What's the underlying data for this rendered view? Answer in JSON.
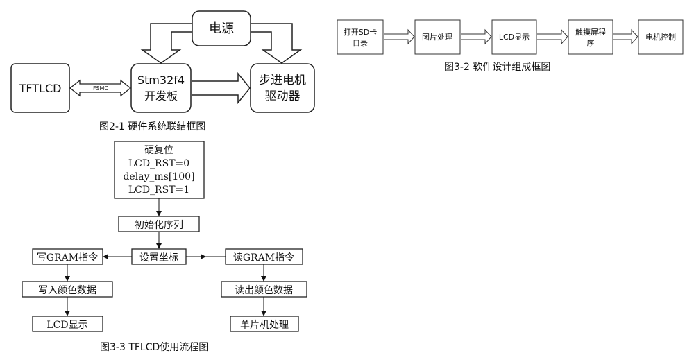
{
  "fig21": {
    "power": "电源",
    "tftlcd": "TFTLCD",
    "fsmc": "FSMC",
    "stm_line1": "Stm32f4",
    "stm_line2": "开发板",
    "driver_line1": "步进电机",
    "driver_line2": "驱动器",
    "caption": "图2-1 硬件系统联结框图"
  },
  "fig32": {
    "steps": [
      {
        "line1": "打开SD卡",
        "line2": "目录"
      },
      {
        "line1": "图片处理",
        "line2": ""
      },
      {
        "line1": "LCD显示",
        "line2": ""
      },
      {
        "line1": "触摸屏程",
        "line2": "序"
      },
      {
        "line1": "电机控制",
        "line2": ""
      }
    ],
    "caption": "图3-2 软件设计组成框图"
  },
  "fig33": {
    "reset": [
      "硬复位",
      "LCD_RST=0",
      "delay_ms[100]",
      "LCD_RST=1"
    ],
    "init": "初始化序列",
    "set_coord": "设置坐标",
    "write_cmd": "写GRAM指令",
    "read_cmd": "读GRAM指令",
    "write_data": "写入颜色数据",
    "read_data": "读出颜色数据",
    "lcd_display": "LCD显示",
    "mcu_process": "单片机处理",
    "caption": "图3-3 TFLCD使用流程图"
  },
  "colors": {
    "stroke": "#222222",
    "fill": "#ffffff"
  }
}
